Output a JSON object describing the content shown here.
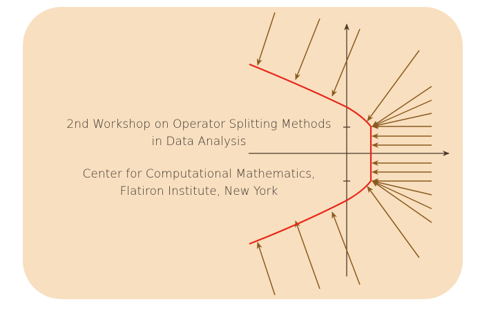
{
  "banner": {
    "title_line1": "2nd Workshop on Operator Splitting Methods",
    "title_line2": "in Data Analysis",
    "venue_line1": "Center for Computational Mathematics,",
    "venue_line2": "Flatiron Institute, New York"
  },
  "colors": {
    "background": "#f8dfbf",
    "boundary": "#e8261a",
    "arrows": "#8a5a1e",
    "axes": "#4a3a2a",
    "text": "#3a3430"
  }
}
